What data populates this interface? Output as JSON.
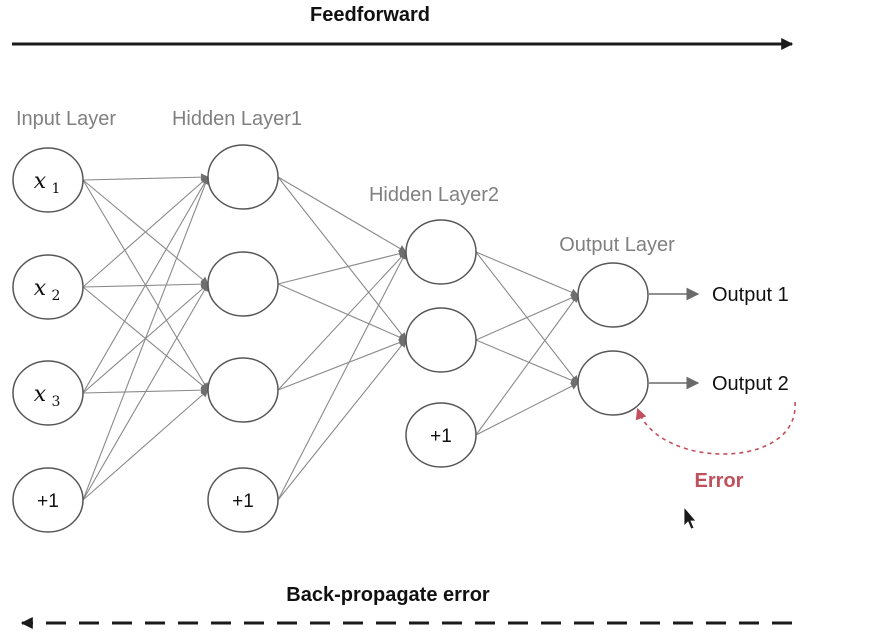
{
  "titles": {
    "feedforward": "Feedforward",
    "backprop": "Back-propagate error"
  },
  "layers": {
    "input": "Input Layer",
    "hidden1": "Hidden Layer1",
    "hidden2": "Hidden Layer2",
    "output": "Output Layer"
  },
  "nodes": {
    "x1": {
      "var": "x",
      "sub": "1"
    },
    "x2": {
      "var": "x",
      "sub": "2"
    },
    "x3": {
      "var": "x",
      "sub": "3"
    },
    "bias_input": "+1",
    "bias_hidden1": "+1",
    "bias_hidden2": "+1"
  },
  "outputs": {
    "output1": "Output 1",
    "output2": "Output 2"
  },
  "error": {
    "label": "Error",
    "color": "#c0505c"
  },
  "colors": {
    "node_stroke": "#555555",
    "edge": "#8a8a8a",
    "arrow": "#1a1a1a",
    "layer_label": "#808080"
  }
}
